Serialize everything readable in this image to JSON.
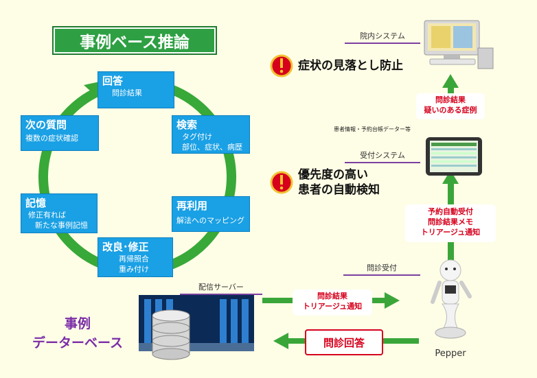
{
  "title": "事例ベース推論",
  "cycle": [
    {
      "id": "answer",
      "heading": "回答",
      "sub": [
        "問診結果"
      ]
    },
    {
      "id": "search",
      "heading": "検索",
      "sub": [
        "タグ付け",
        "部位、症状、病歴"
      ]
    },
    {
      "id": "reuse",
      "heading": "再利用",
      "sub": [
        "解法へのマッピング"
      ]
    },
    {
      "id": "improve",
      "heading": "改良･修正",
      "sub": [
        "再帰照合",
        "重み付け"
      ]
    },
    {
      "id": "memory",
      "heading": "記憶",
      "sub": [
        "修正有れば",
        "新たな事例記憶"
      ]
    },
    {
      "id": "next",
      "heading": "次の質問",
      "sub": [
        "複数の症状確認"
      ]
    }
  ],
  "systems": {
    "hospital": "院内システム",
    "reception": "受付システム",
    "interview": "問診受付",
    "server": "配信サーバー",
    "pepper": "Pepper"
  },
  "warnings": {
    "first": [
      "症状の見落とし防止"
    ],
    "second": [
      "優先度の高い",
      "患者の自動検知"
    ]
  },
  "flows": {
    "top_box": [
      "問診結果",
      "疑いのある症例"
    ],
    "patient_info": "患者情報・予約台帳データー等",
    "mid_box": [
      "予約自動受付",
      "問診結果メモ",
      "トリアージュ通知"
    ],
    "to_pepper": [
      "問診結果",
      "トリアージュ通知"
    ],
    "answer_button": "問診回答"
  },
  "database": [
    "事例",
    "データーベース"
  ],
  "colors": {
    "green": "#2ea043",
    "blue": "#1aa0e4",
    "red": "#d6001c",
    "purple": "#7a2ca8",
    "arrow": "#3aa63a"
  }
}
